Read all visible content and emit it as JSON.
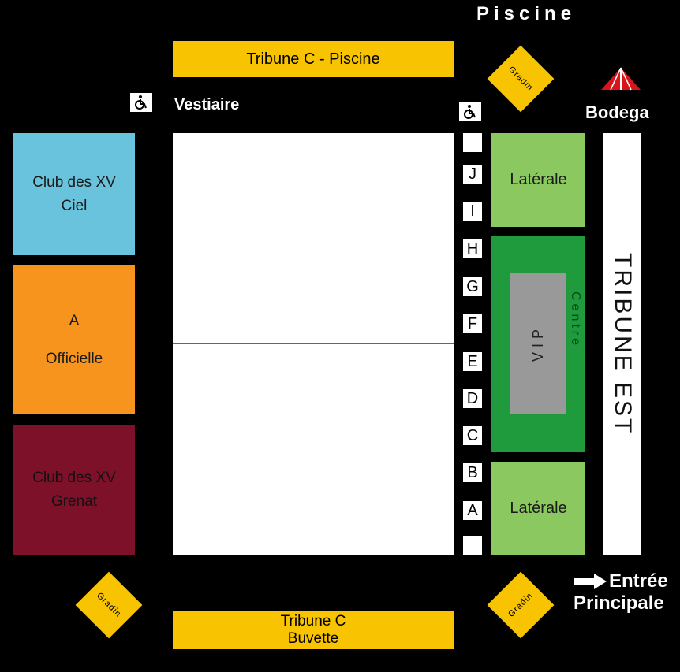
{
  "top_label": "Piscine",
  "tribune_c_piscine": "Tribune C - Piscine",
  "tribune_c_buvette": {
    "line1": "Tribune C",
    "line2": "Buvette"
  },
  "vestiaire": "Vestiaire",
  "bodega": "Bodega",
  "gradin_label": "Gradin",
  "left_blocks": [
    {
      "line1": "Club des XV",
      "line2": "Ciel",
      "color": "#6ac3dd"
    },
    {
      "line1": "A",
      "line2": "Officielle",
      "color": "#f7941d"
    },
    {
      "line1": "Club des XV",
      "line2": "Grenat",
      "color": "#7d1129"
    }
  ],
  "seat_rows": [
    "",
    "J",
    "I",
    "H",
    "G",
    "F",
    "E",
    "D",
    "C",
    "B",
    "A",
    ""
  ],
  "laterale_top": "Latérale",
  "laterale_bottom": "Latérale",
  "centre": "Centre",
  "vip": "VIP",
  "tribune_est": "TRIBUNE EST",
  "entree": {
    "line1": "Entrée",
    "line2": "Principale"
  },
  "colors": {
    "yellow": "#f8c300",
    "centre_green": "#1f9a3c",
    "laterale_green": "#8cc860",
    "vip_gray": "#999999",
    "field": "#ffffff"
  }
}
